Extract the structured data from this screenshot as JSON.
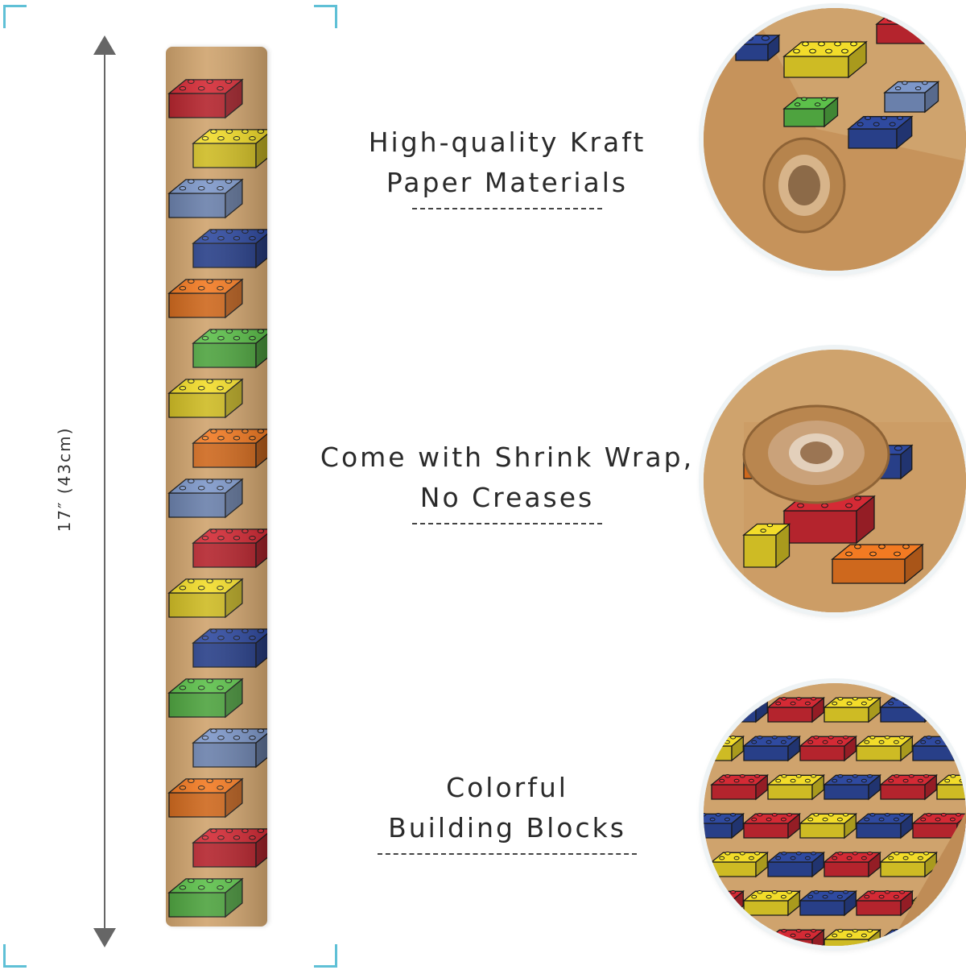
{
  "dimension": {
    "label": "17″ (43cm)"
  },
  "features": [
    {
      "lines": [
        "High-quality Kraft",
        "Paper Materials"
      ]
    },
    {
      "lines": [
        "Come with Shrink Wrap,",
        "No Creases"
      ]
    },
    {
      "lines": [
        "Colorful",
        "Building Blocks"
      ]
    }
  ],
  "colors": {
    "kraft": "#cfa36d",
    "frame_accent": "#5fc0d6",
    "block_red": "#d42a35",
    "block_yellow": "#f2dc2a",
    "block_blue": "#2f4aa0",
    "block_lightblue": "#7d97c9",
    "block_green": "#5cc04a",
    "block_orange": "#f27a22"
  }
}
